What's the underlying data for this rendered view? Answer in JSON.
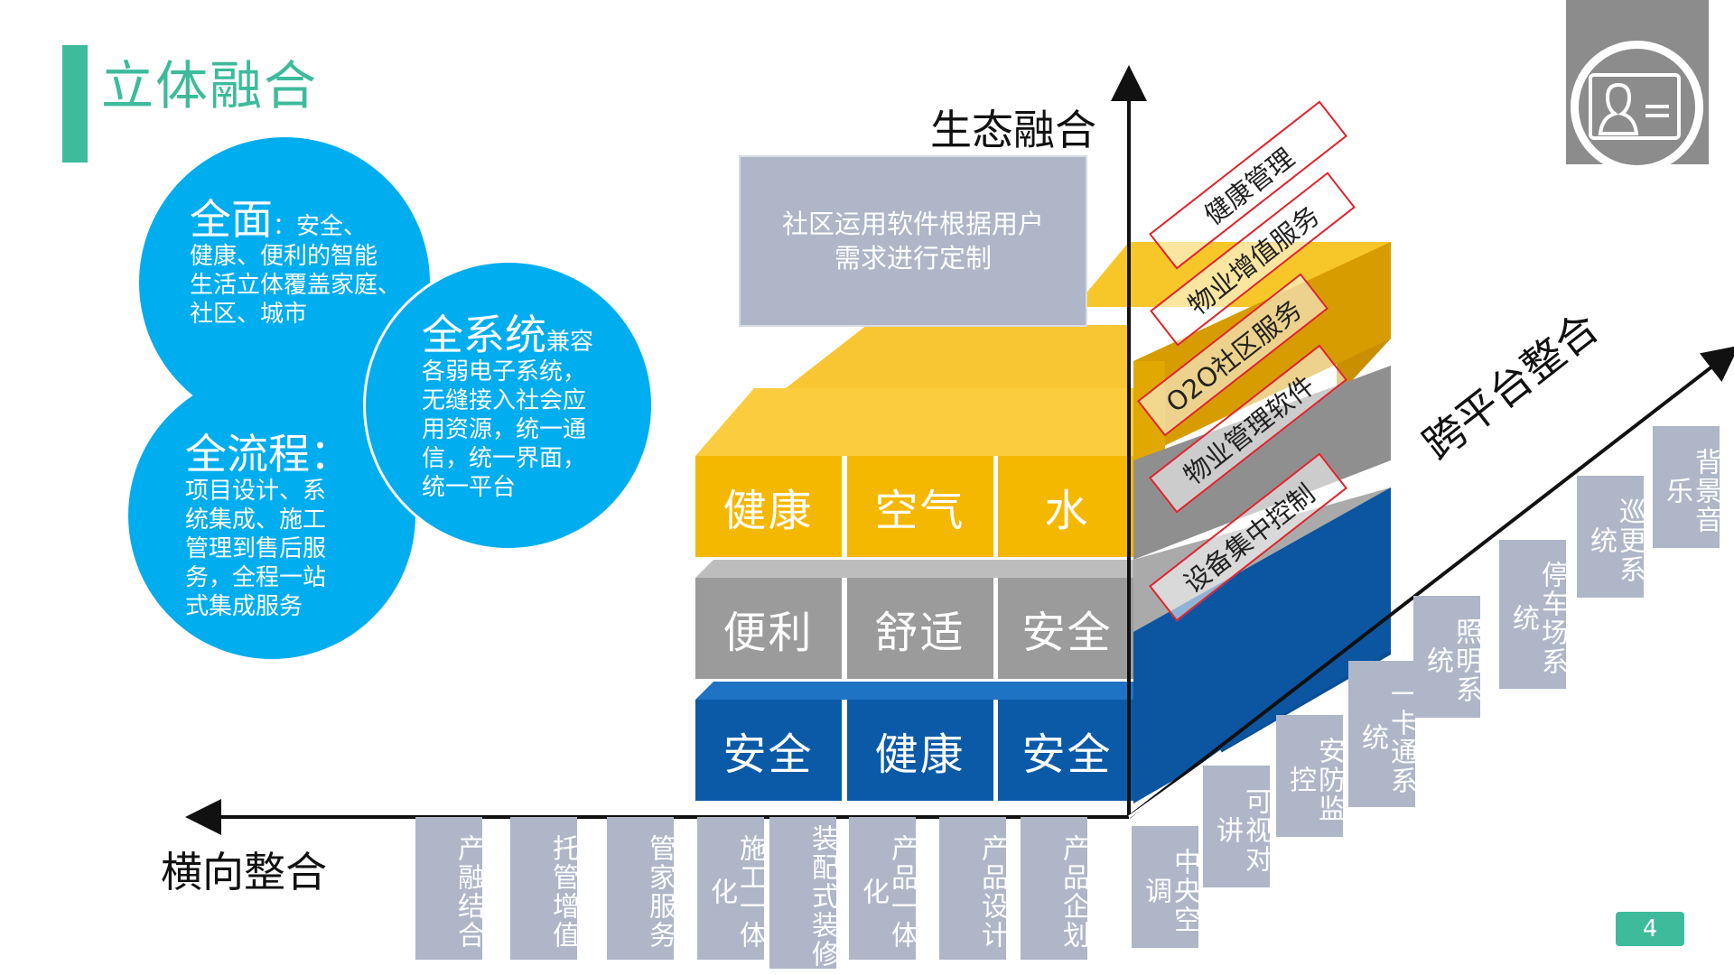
{
  "title": "立体融合",
  "circles": {
    "c1": {
      "head": "全面",
      "body": "：安全、\n健康、便利的智能\n生活立体覆盖家庭、\n社区、城市"
    },
    "c2": {
      "head": "全系统",
      "tail": "兼容",
      "body": "各弱电子系统，\n无缝接入社会应\n用资源，统一通\n信，统一界面，\n统一平台"
    },
    "c3": {
      "head": "全流程：",
      "body": "项目设计、系\n统集成、施工\n管理到售后服\n务，全程一站\n式集成服务"
    }
  },
  "note": "社区运用软件根据用户\n需求进行定制",
  "cube_faces": {
    "top_row": [
      "健康",
      "空气",
      "水"
    ],
    "mid_row": [
      "便利",
      "舒适",
      "安全"
    ],
    "bottom_row": [
      "安全",
      "健康",
      "安全"
    ]
  },
  "axes": {
    "vertical": "生态融合",
    "horizontal": "横向整合",
    "diagonal": "跨平台整合"
  },
  "ecology_items": [
    "健康管理",
    "物业增值服务",
    "O2O社区服务",
    "物业管理软件",
    "设备集中控制"
  ],
  "horizontal_items": [
    "产融结合",
    "托管增值",
    "管家服务",
    "施工一体化",
    "装配式装修",
    "产品一体化",
    "产品设计",
    "产品企划"
  ],
  "platform_items": [
    "中央空调",
    "可视对讲",
    "安防监控",
    "一卡通系统",
    "照明系统",
    "停车场系统",
    "巡更系统",
    "背景音乐"
  ],
  "page_number": "4",
  "colors": {
    "accent_green": "#3dbb9a",
    "circle_blue": "#00adee",
    "cube_yellow": "#f5b800",
    "cube_gray": "#9b9b9b",
    "cube_blue": "#0b5aa8",
    "label_box": "#aeb6c8",
    "red_outline": "#e0232c"
  },
  "icons": [
    "id-card-icon"
  ]
}
